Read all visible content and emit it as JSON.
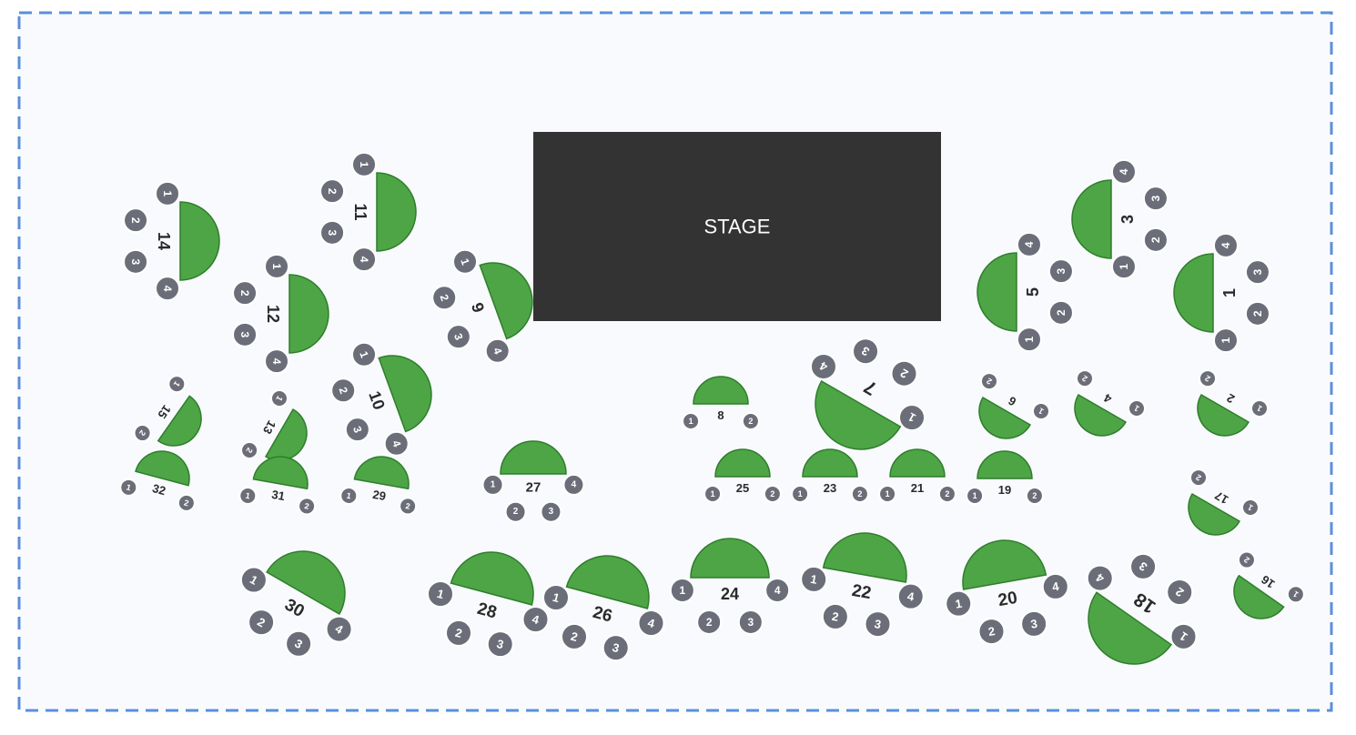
{
  "stage": {
    "label": "STAGE"
  },
  "colors": {
    "table": "#4ea546",
    "seat": "#6b6e78",
    "stage": "#333333",
    "border": "#5b8fdc",
    "floor": "#f8fafd"
  },
  "tables": [
    {
      "label": "1",
      "seats": [
        "1",
        "2",
        "3",
        "4"
      ]
    },
    {
      "label": "2",
      "seats": [
        "1",
        "2"
      ]
    },
    {
      "label": "3",
      "seats": [
        "1",
        "2",
        "3",
        "4"
      ]
    },
    {
      "label": "4",
      "seats": [
        "1",
        "2"
      ]
    },
    {
      "label": "5",
      "seats": [
        "1",
        "2",
        "3",
        "4"
      ]
    },
    {
      "label": "6",
      "seats": [
        "1",
        "2"
      ]
    },
    {
      "label": "7",
      "seats": [
        "1",
        "2",
        "3",
        "4"
      ]
    },
    {
      "label": "8",
      "seats": [
        "1",
        "2"
      ]
    },
    {
      "label": "9",
      "seats": [
        "1",
        "2",
        "3",
        "4"
      ]
    },
    {
      "label": "10",
      "seats": [
        "1",
        "2",
        "3",
        "4"
      ]
    },
    {
      "label": "11",
      "seats": [
        "1",
        "2",
        "3",
        "4"
      ]
    },
    {
      "label": "12",
      "seats": [
        "1",
        "2",
        "3",
        "4"
      ]
    },
    {
      "label": "13",
      "seats": [
        "1",
        "2"
      ]
    },
    {
      "label": "14",
      "seats": [
        "1",
        "2",
        "3",
        "4"
      ]
    },
    {
      "label": "15",
      "seats": [
        "1",
        "2"
      ]
    },
    {
      "label": "16",
      "seats": [
        "1",
        "2"
      ]
    },
    {
      "label": "17",
      "seats": [
        "1",
        "2"
      ]
    },
    {
      "label": "18",
      "seats": [
        "1",
        "2",
        "3",
        "4"
      ]
    },
    {
      "label": "19",
      "seats": [
        "1",
        "2"
      ]
    },
    {
      "label": "20",
      "seats": [
        "1",
        "2",
        "3",
        "4"
      ]
    },
    {
      "label": "21",
      "seats": [
        "1",
        "2"
      ]
    },
    {
      "label": "22",
      "seats": [
        "1",
        "2",
        "3",
        "4"
      ]
    },
    {
      "label": "23",
      "seats": [
        "1",
        "2"
      ]
    },
    {
      "label": "24",
      "seats": [
        "1",
        "2",
        "3",
        "4"
      ]
    },
    {
      "label": "25",
      "seats": [
        "1",
        "2"
      ]
    },
    {
      "label": "26",
      "seats": [
        "1",
        "2",
        "3",
        "4"
      ]
    },
    {
      "label": "27",
      "seats": [
        "1",
        "2",
        "3",
        "4"
      ]
    },
    {
      "label": "28",
      "seats": [
        "1",
        "2",
        "3",
        "4"
      ]
    },
    {
      "label": "29",
      "seats": [
        "1",
        "2"
      ]
    },
    {
      "label": "30",
      "seats": [
        "1",
        "2",
        "3",
        "4"
      ]
    },
    {
      "label": "31",
      "seats": [
        "1",
        "2"
      ]
    },
    {
      "label": "32",
      "seats": [
        "1",
        "2"
      ]
    }
  ]
}
